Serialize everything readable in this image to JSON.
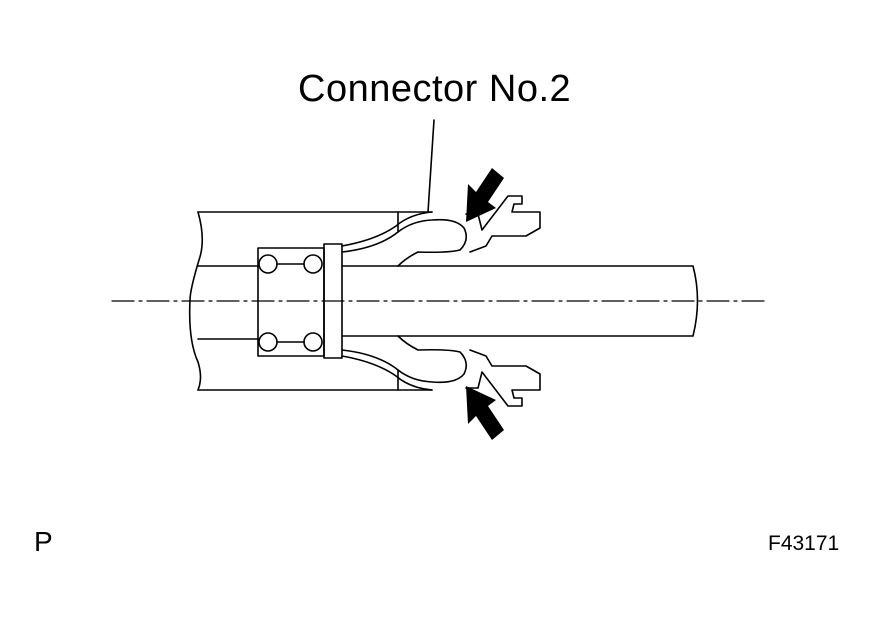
{
  "diagram": {
    "callout_label": "Connector No.2",
    "view_mark": "P",
    "figure_code": "F43171",
    "colors": {
      "line": "#000000",
      "background": "#ffffff"
    }
  }
}
